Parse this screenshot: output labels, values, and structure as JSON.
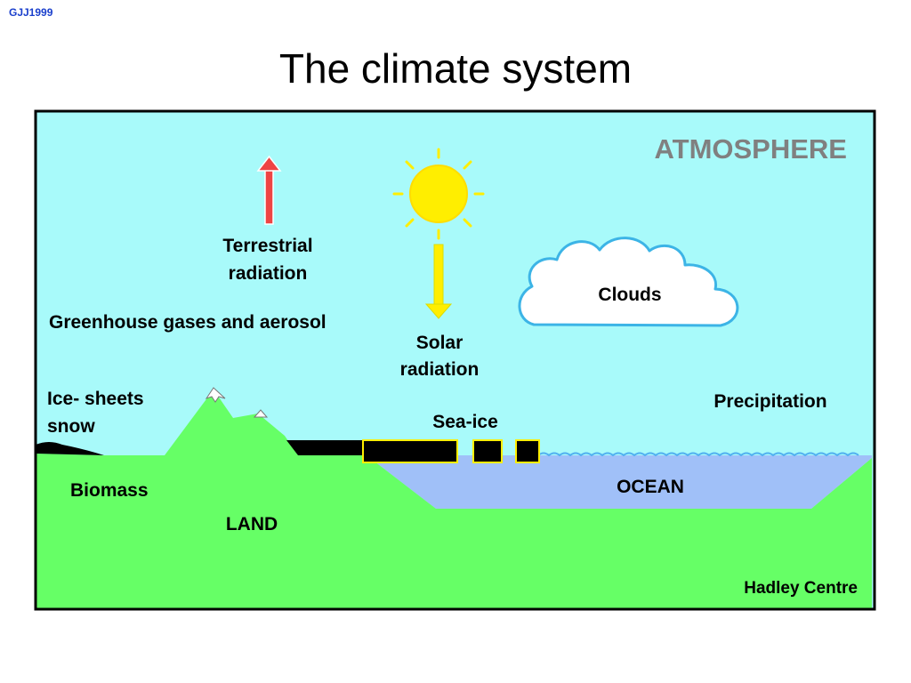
{
  "header": {
    "code": "GJJ1999",
    "title": "The climate system"
  },
  "labels": {
    "atmosphere": "ATMOSPHERE",
    "terrestrial_1": "Terrestrial",
    "terrestrial_2": "radiation",
    "solar_1": "Solar",
    "solar_2": "radiation",
    "clouds": "Clouds",
    "greenhouse": "Greenhouse gases and aerosol",
    "icesheets_1": "Ice- sheets",
    "icesheets_2": "snow",
    "seaice": "Sea-ice",
    "precipitation": "Precipitation",
    "ocean": "OCEAN",
    "biomass": "Biomass",
    "land": "LAND",
    "credit": "Hadley Centre"
  },
  "colors": {
    "sky": "#a8fafa",
    "land": "#66ff66",
    "ocean": "#a0c0f8",
    "sun": "#ffee00",
    "terrestrial_arrow": "#ee4444",
    "cloud_outline": "#3cb4e6",
    "atmosphere_text": "#808080"
  }
}
